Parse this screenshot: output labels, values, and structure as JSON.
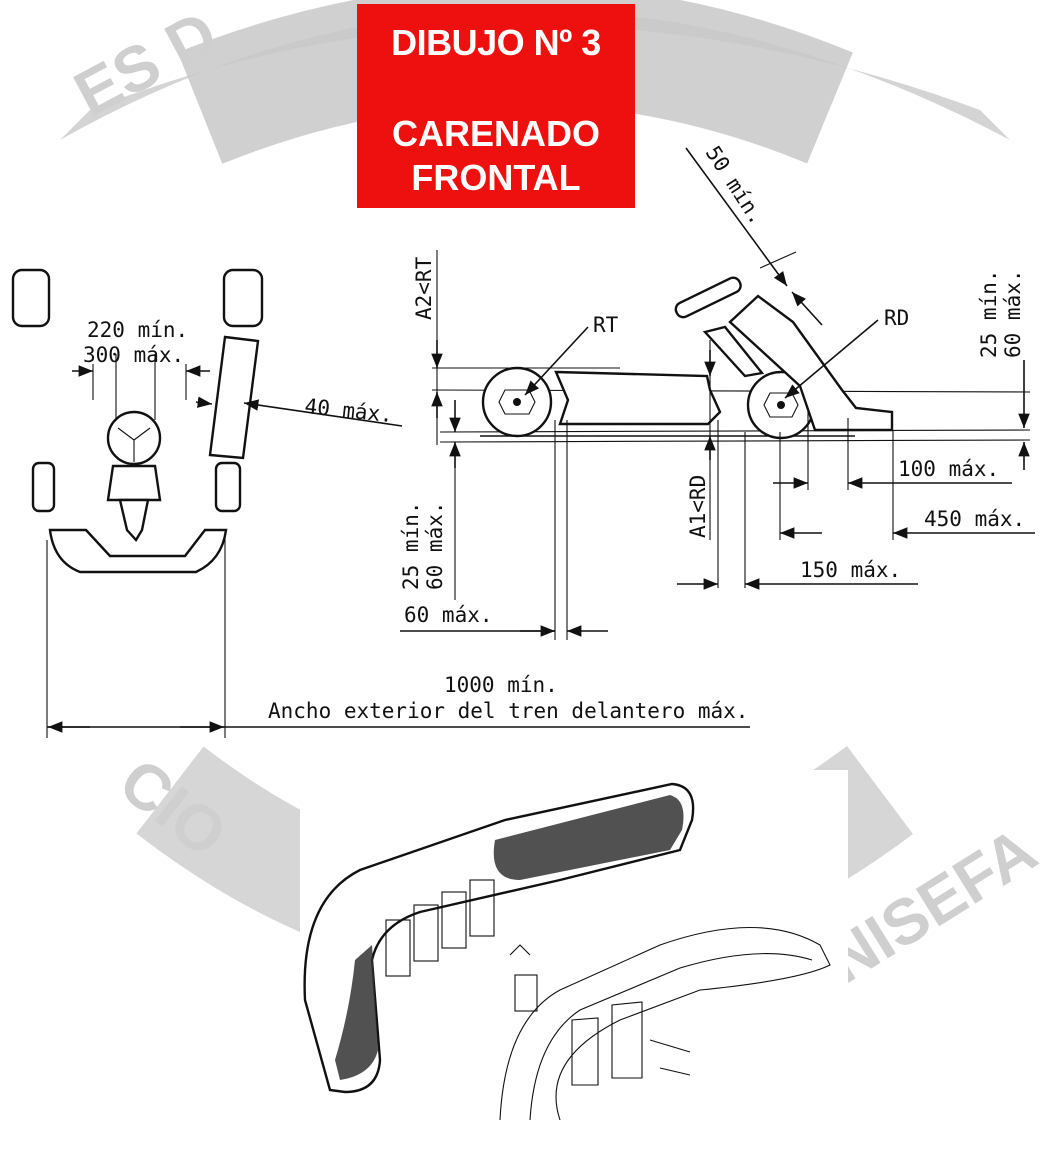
{
  "title": {
    "line1": "DIBUJO Nº 3",
    "line2": "CARENADO",
    "line3": "FRONTAL"
  },
  "front_view": {
    "dim_220": "220 mín.",
    "dim_300": "300 máx.",
    "dim_40": "40 máx.",
    "dim_1000": "1000 mín.",
    "track_note": "Ancho exterior del tren delantero máx."
  },
  "side_view": {
    "a2": "A2<RT",
    "rt": "RT",
    "rd": "RD",
    "a1": "A1<RD",
    "dim_50": "50 mín.",
    "dim_25_60_right_a": "25 mín.",
    "dim_25_60_right_b": "60 máx.",
    "dim_25_60_left_a": "25 mín.",
    "dim_25_60_left_b": "60 máx.",
    "dim_100": "100 máx.",
    "dim_450": "450 máx.",
    "dim_150": "150 máx.",
    "dim_60": "60 máx."
  },
  "watermark": {
    "text_top": "ES D",
    "text_left": "CIO",
    "text_right": "NISEFA"
  },
  "colors": {
    "title_bg": "#ee0f0f",
    "watermark": "#cfcfcf",
    "ink": "#111111"
  }
}
